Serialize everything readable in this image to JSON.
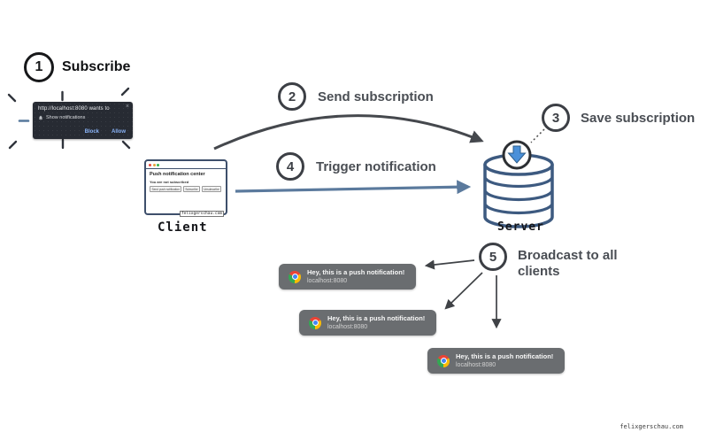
{
  "steps": [
    {
      "number": "1",
      "label": "Subscribe"
    },
    {
      "number": "2",
      "label": "Send subscription"
    },
    {
      "number": "3",
      "label": "Save subscription"
    },
    {
      "number": "4",
      "label": "Trigger notification"
    },
    {
      "number": "5",
      "label": "Broadcast to all clients"
    }
  ],
  "permission_dialog": {
    "origin_text": "http://localhost:8080 wants to",
    "permission_text": "Show notifications",
    "close_icon": "×",
    "block_label": "Block",
    "allow_label": "Allow"
  },
  "client_window": {
    "title": "Push notification center",
    "subtitle": "You are not subscribed",
    "buttons": [
      "Send push notification",
      "Subscribe",
      "Unsubscribe"
    ],
    "footer_link": "felixgerschau.com",
    "label": "Client"
  },
  "server": {
    "label": "Server"
  },
  "notifications": [
    {
      "message": "Hey, this is a push notification!",
      "source": "localhost:8080"
    },
    {
      "message": "Hey, this is a push notification!",
      "source": "localhost:8080"
    },
    {
      "message": "Hey, this is a push notification!",
      "source": "localhost:8080"
    }
  ],
  "watermark": "felixgerschau.com",
  "colors": {
    "arrow_dark": "#45484d",
    "arrow_steel": "#5b7a9d",
    "server_stroke": "#3d5a80",
    "download_arrow": "#4a90d9",
    "toast_bg": "#6a6d70",
    "dialog_bg": "#272b33",
    "dialog_button_text": "#8ab4f8",
    "chrome_red": "#ea4335",
    "chrome_yellow": "#fbbc05",
    "chrome_green": "#34a853",
    "chrome_blue": "#4285f4"
  }
}
